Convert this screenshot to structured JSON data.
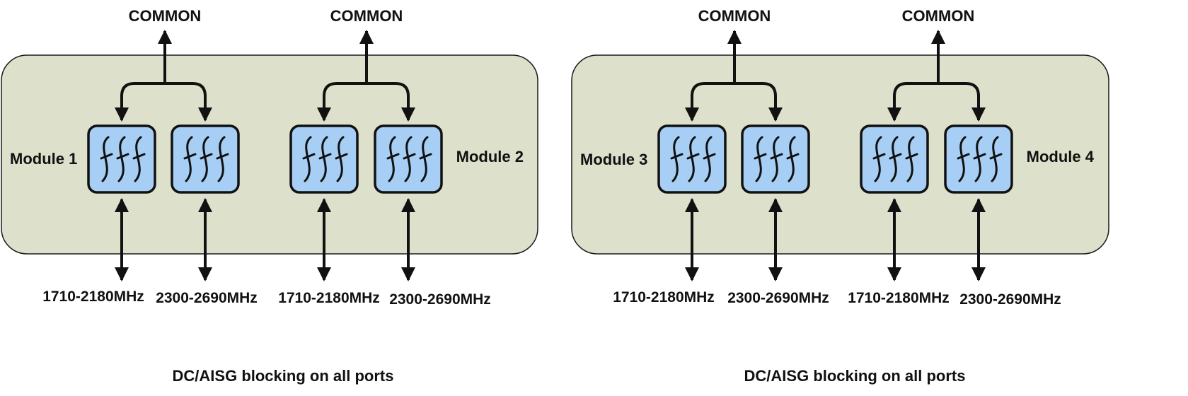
{
  "colors": {
    "panel_fill": "#dde0cb",
    "panel_stroke": "#1a1a1a",
    "filter_fill": "#a7cff5",
    "line": "#111111",
    "text": "#111111"
  },
  "panels": [
    {
      "name": "left",
      "footer": "DC/AISG blocking on all ports",
      "groups": [
        {
          "common_label": "COMMON",
          "module_label": "Module 1",
          "filters": [
            {
              "icon": "bandpass-filter-icon",
              "port_label": "1710-2180MHz"
            },
            {
              "icon": "bandpass-filter-icon",
              "port_label": "2300-2690MHz"
            }
          ]
        },
        {
          "common_label": "COMMON",
          "module_label": "Module 2",
          "filters": [
            {
              "icon": "bandpass-filter-icon",
              "port_label": "1710-2180MHz"
            },
            {
              "icon": "bandpass-filter-icon",
              "port_label": "2300-2690MHz"
            }
          ]
        }
      ]
    },
    {
      "name": "right",
      "footer": "DC/AISG blocking on all ports",
      "groups": [
        {
          "common_label": "COMMON",
          "module_label": "Module 3",
          "filters": [
            {
              "icon": "bandpass-filter-icon",
              "port_label": "1710-2180MHz"
            },
            {
              "icon": "bandpass-filter-icon",
              "port_label": "2300-2690MHz"
            }
          ]
        },
        {
          "common_label": "COMMON",
          "module_label": "Module 4",
          "filters": [
            {
              "icon": "bandpass-filter-icon",
              "port_label": "1710-2180MHz"
            },
            {
              "icon": "bandpass-filter-icon",
              "port_label": "2300-2690MHz"
            }
          ]
        }
      ]
    }
  ]
}
